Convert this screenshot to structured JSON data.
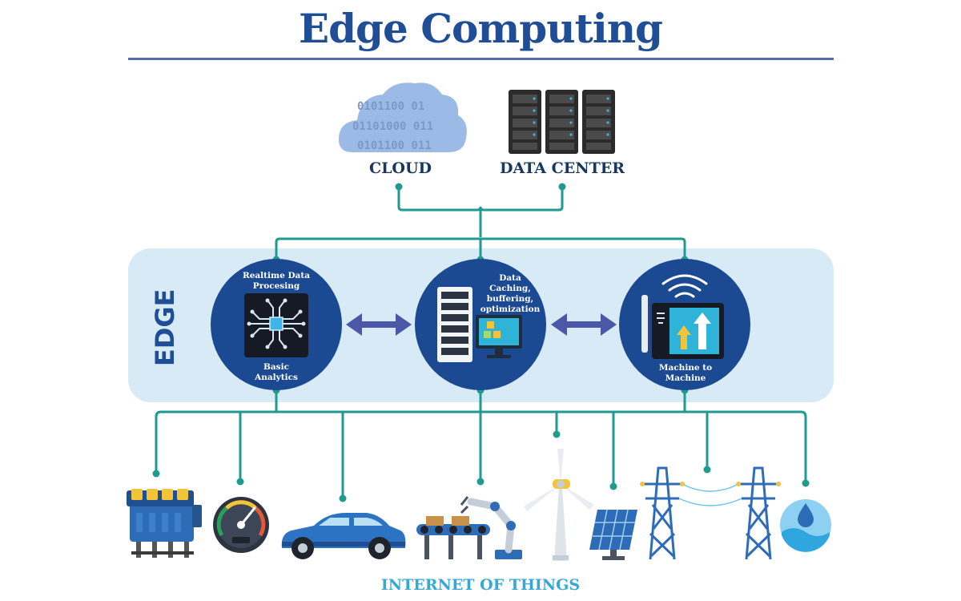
{
  "title": "Edge Computing",
  "top": {
    "cloud_label": "CLOUD",
    "cloud_binary_lines": [
      "0101100 01",
      "01101000 011",
      "0101100 011"
    ],
    "datacenter_label": "DATA CENTER"
  },
  "edge": {
    "band_label": "EDGE",
    "nodes": [
      {
        "top_text": [
          "Realtime Data",
          "Procesing"
        ],
        "bottom_text": [
          "Basic",
          "Analytics"
        ]
      },
      {
        "top_text": [
          "Data",
          "Caching,",
          "buffering,",
          "optimization"
        ]
      },
      {
        "bottom_text": [
          "Machine to",
          "Machine"
        ]
      }
    ]
  },
  "iot": {
    "label": "INTERNET OF THINGS",
    "devices": [
      "engine",
      "speedometer",
      "car",
      "conveyor-robot-arm",
      "wind-turbine",
      "solar-panel",
      "power-line-towers",
      "water-drop"
    ]
  },
  "colors": {
    "title": "#1f4e96",
    "connector": "#1f9a8f",
    "edge_band": "#d7eaf5",
    "node_circle": "#1b4a93",
    "arrow": "#4b58a8",
    "iot_label": "#35a8d8"
  }
}
